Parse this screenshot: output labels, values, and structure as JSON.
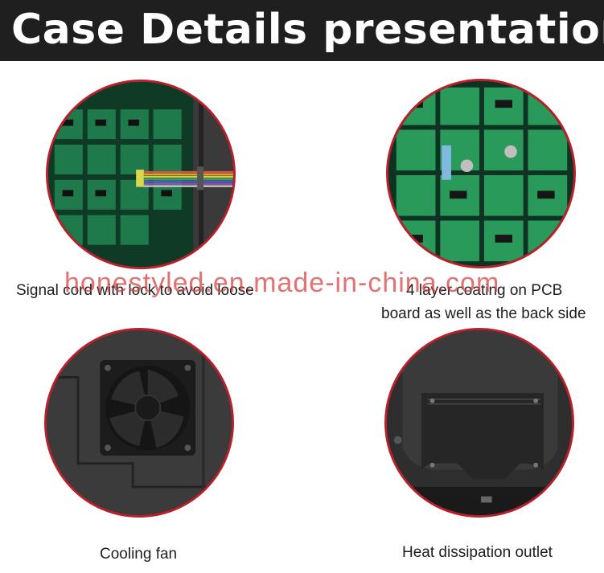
{
  "header": {
    "title": "Case Details presentation"
  },
  "items": [
    {
      "caption": "Signal cord with lock to avoid loose"
    },
    {
      "caption_line1": "4 layer coating on PCB",
      "caption_line2": "board as well as the back side"
    },
    {
      "caption": "Cooling fan"
    },
    {
      "caption": "Heat dissipation outlet"
    }
  ],
  "watermark": "honestyled.en.made-in-china.com",
  "colors": {
    "header_bg": "#1f1f1f",
    "circle_border": "#b8212b",
    "watermark": "#d83c3c"
  }
}
